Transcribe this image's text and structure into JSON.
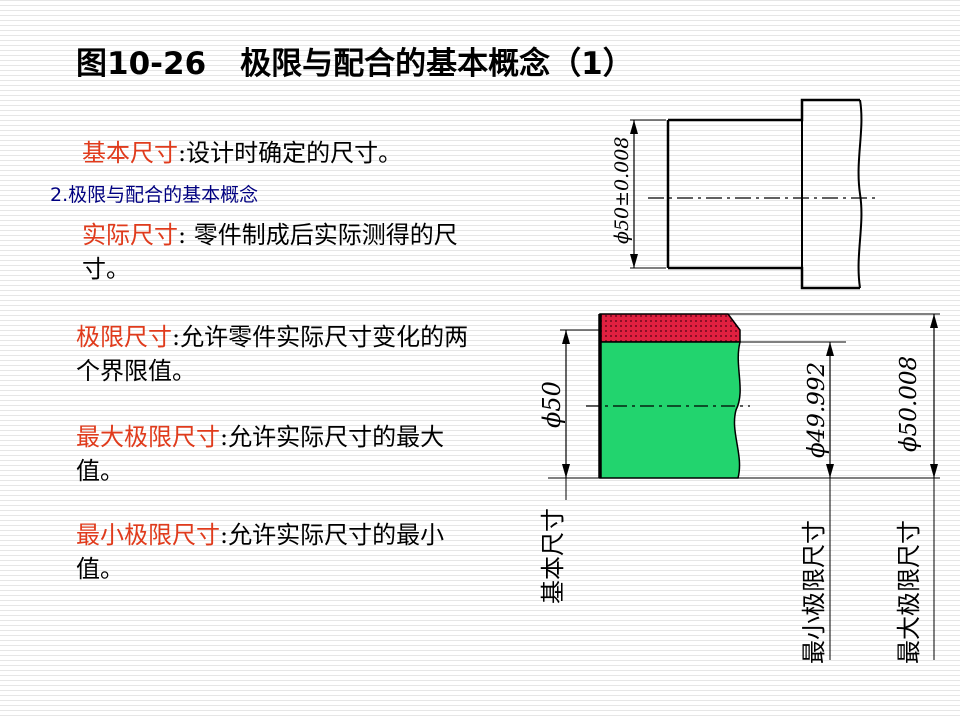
{
  "title": {
    "figure": "图10-26",
    "text": "极限与配合的基本概念（1）"
  },
  "subheading": "2.极限与配合的基本概念",
  "definitions": [
    {
      "term": "基本尺寸",
      "sep": ":",
      "body": "设计时确定的尺寸。"
    },
    {
      "term": "实际尺寸",
      "sep": ": ",
      "body": "零件制成后实际测得的尺寸。"
    },
    {
      "term": "极限尺寸",
      "sep": ":",
      "body": "允许零件实际尺寸变化的两个界限值。"
    },
    {
      "term": "最大极限尺寸",
      "sep": ":",
      "body": "允许实际尺寸的最大值。"
    },
    {
      "term": "最小极限尺寸",
      "sep": ":",
      "body": "允许实际尺寸的最小值。"
    }
  ],
  "top_drawing": {
    "dimension": "ϕ50±0.008"
  },
  "bottom_drawing": {
    "dim_basic": "ϕ50",
    "dim_min": "ϕ49.992",
    "dim_max": "ϕ50.008",
    "label_basic": "基本尺寸",
    "label_min": "最小极限尺寸",
    "label_max": "最大极限尺寸"
  },
  "colors": {
    "term": "#e03b1c",
    "subheading": "#000080",
    "part_fill": "#22d46e",
    "tolerance_band": "#e02040"
  }
}
